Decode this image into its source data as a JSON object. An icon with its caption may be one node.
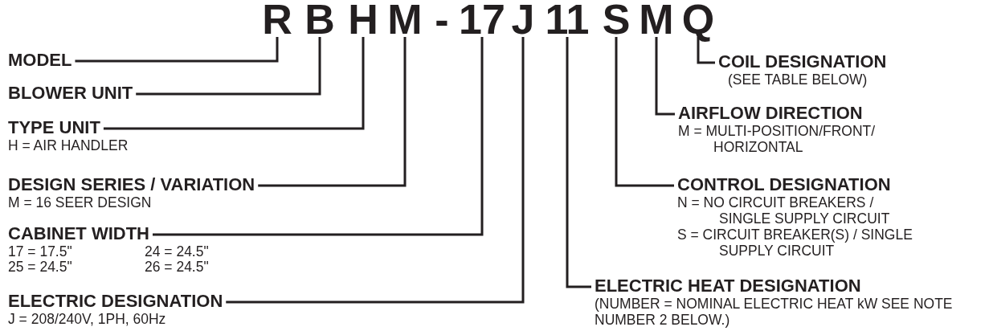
{
  "diagram": {
    "nodes": [
      {
        "text": [
          "R"
        ]
      },
      {
        "text": [
          "B"
        ]
      },
      {
        "text": [
          "H"
        ]
      },
      {
        "text": [
          "M"
        ]
      },
      {
        "text": [
          "17"
        ]
      },
      {
        "text": [
          "J"
        ]
      },
      {
        "text": [
          "11"
        ]
      },
      {
        "text": [
          "S"
        ]
      },
      {
        "text": [
          "M"
        ]
      },
      {
        "text": [
          "Q"
        ]
      },
      {
        "text": [
          "MODEL"
        ]
      },
      {
        "text": [
          "BLOWER UNIT"
        ]
      },
      {
        "text": [
          "TYPE UNIT",
          "H = AIR HANDLER"
        ]
      },
      {
        "text": [
          "DESIGN SERIES / VARIATION",
          "M = 16 SEER DESIGN"
        ]
      },
      {
        "text": [
          "CABINET WIDTH",
          "17 = 17.5\"",
          "24 = 24.5\"",
          "25 = 24.5\"",
          "26 = 24.5\""
        ]
      },
      {
        "text": [
          "ELECTRIC DESIGNATION",
          "J = 208/240V, 1PH, 60Hz"
        ]
      },
      {
        "text": [
          "COIL DESIGNATION",
          "(SEE TABLE BELOW)"
        ]
      },
      {
        "text": [
          "AIRFLOW DIRECTION",
          "M = MULTI-POSITION/FRONT/ HORIZONTAL"
        ]
      },
      {
        "text": [
          "CONTROL DESIGNATION",
          "N = NO CIRCUIT BREAKERS / SINGLE SUPPLY CIRCUIT",
          "S = CIRCUIT BREAKER(S) / SINGLE SUPPLY CIRCUIT"
        ]
      },
      {
        "text": [
          "ELECTRIC HEAT DESIGNATION",
          "(NUMBER = NOMINAL ELECTRIC HEAT kW SEE NOTE NUMBER 2 BELOW.)"
        ]
      }
    ],
    "edges": [
      {
        "from": 10,
        "to": 0,
        "arrow": "none"
      },
      {
        "from": 11,
        "to": 1,
        "arrow": "none"
      },
      {
        "from": 12,
        "to": 2,
        "arrow": "none"
      },
      {
        "from": 13,
        "to": 3,
        "arrow": "none"
      },
      {
        "from": 14,
        "to": 4,
        "arrow": "none"
      },
      {
        "from": 15,
        "to": 5,
        "arrow": "none"
      },
      {
        "from": 16,
        "to": 9,
        "arrow": "none"
      },
      {
        "from": 17,
        "to": 8,
        "arrow": "none"
      },
      {
        "from": 18,
        "to": 7,
        "arrow": "none"
      },
      {
        "from": 19,
        "to": 6,
        "arrow": "none"
      }
    ],
    "labels": [
      "-"
    ]
  }
}
